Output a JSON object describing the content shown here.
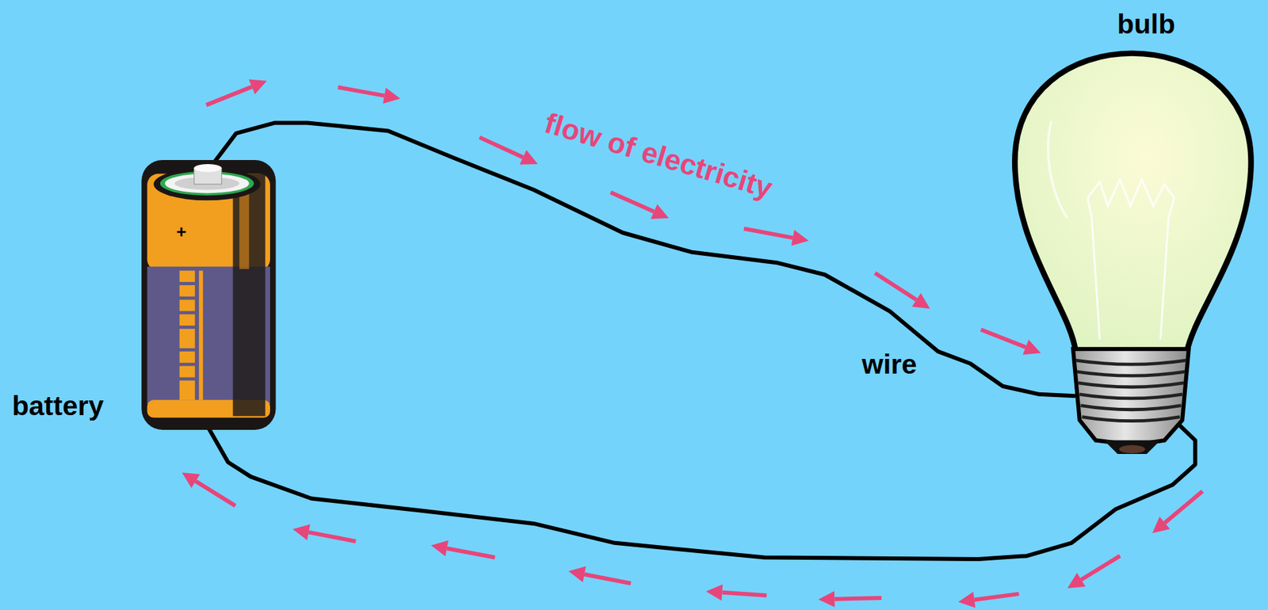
{
  "diagram": {
    "labels": [
      "bulb",
      "flow of electricity",
      "wire",
      "battery",
      "+"
    ]
  }
}
